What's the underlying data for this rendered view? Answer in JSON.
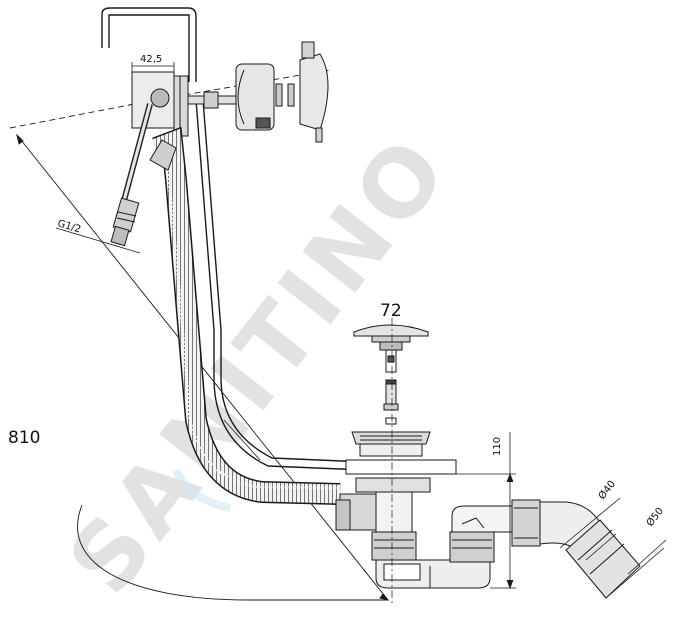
{
  "watermark": "SANITINO",
  "dimensions": {
    "total_height": "810",
    "overflow_offset": "42,5",
    "inlet_thread": "G1/2",
    "plug_diameter": "72",
    "drain_height": "110",
    "outlet_small": "Ø40",
    "outlet_large": "Ø50"
  },
  "colors": {
    "line": "#1a1a1a",
    "fill_light": "#eeeeee",
    "fill_mid": "#cfcfcf",
    "hose": "#6b6b6b",
    "watermark": "#e2e2e2"
  }
}
